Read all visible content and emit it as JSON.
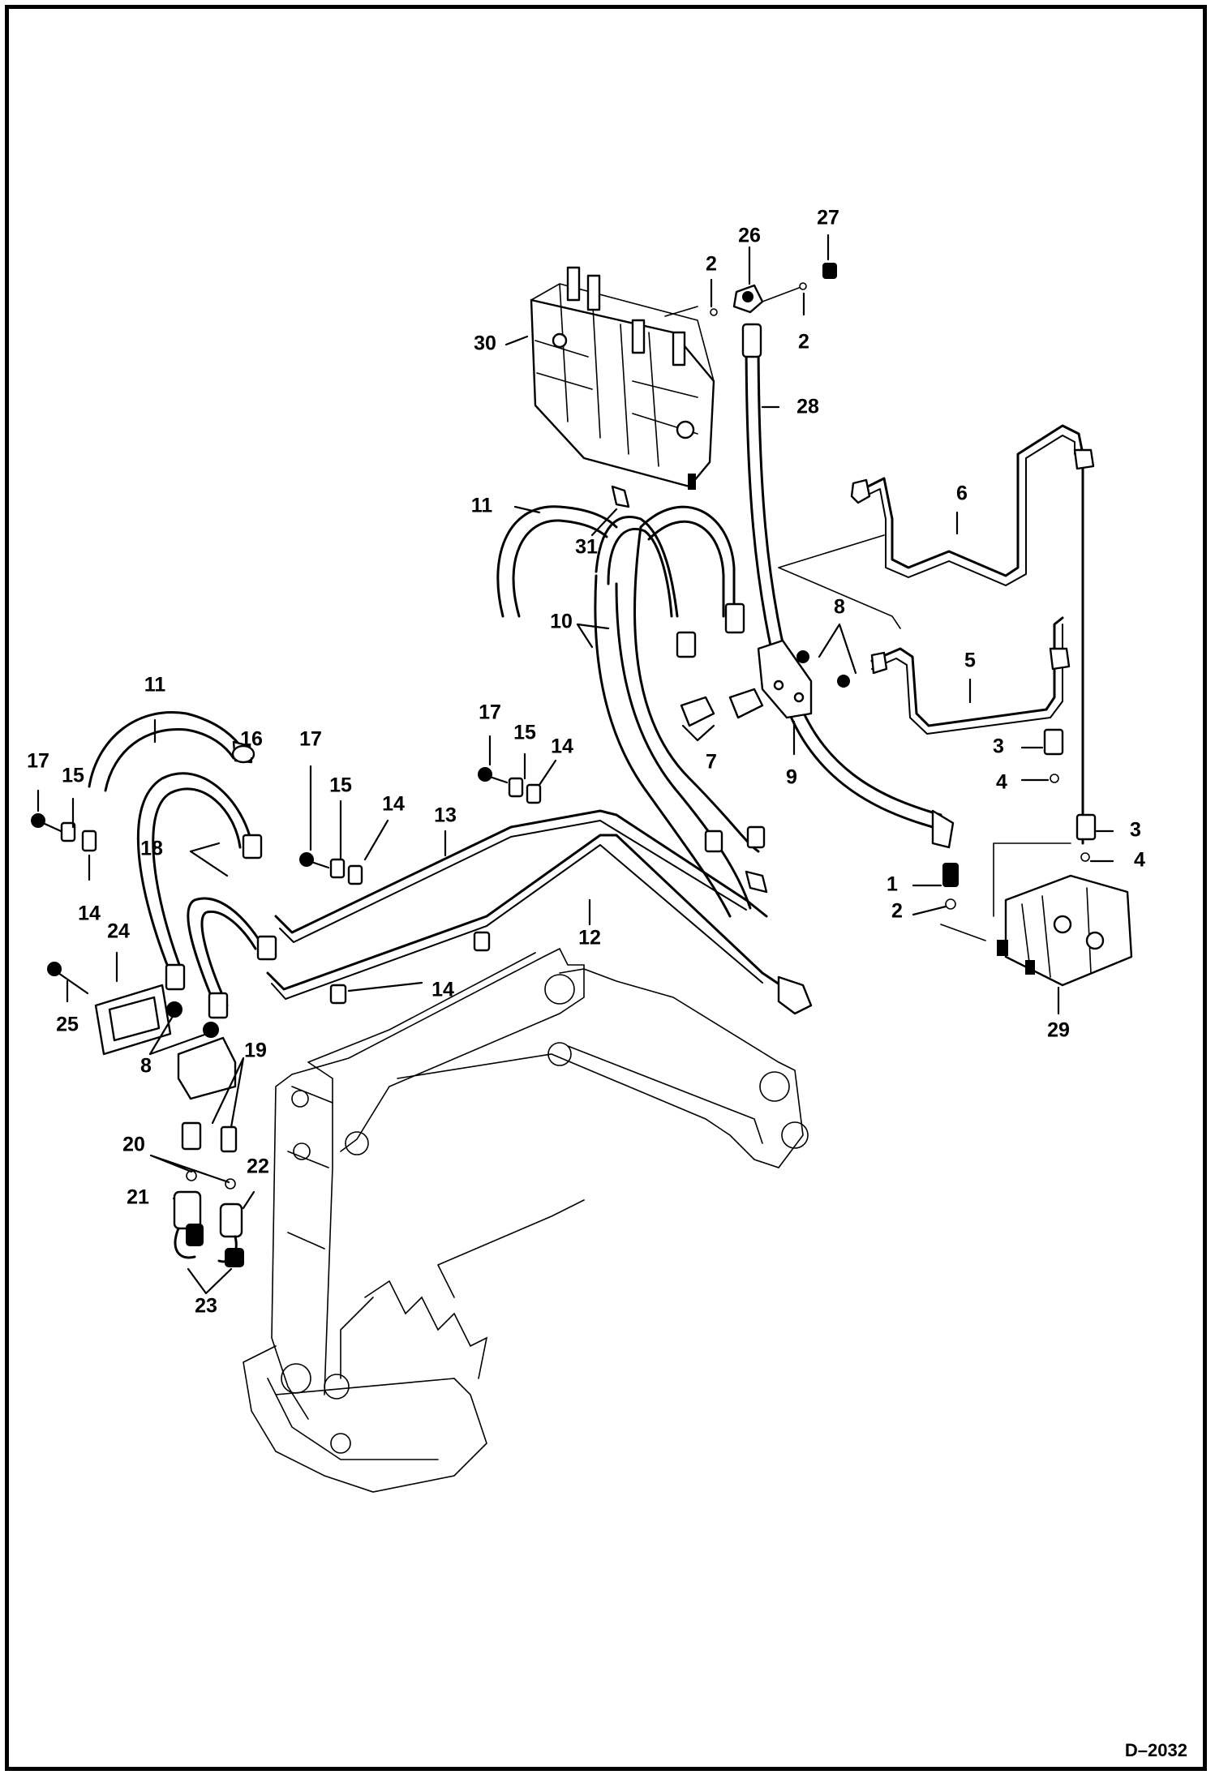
{
  "diagram_code": "D–2032",
  "labels": [
    {
      "id": "l27",
      "text": "27"
    },
    {
      "id": "l26",
      "text": "26"
    },
    {
      "id": "l2a",
      "text": "2"
    },
    {
      "id": "l2b",
      "text": "2"
    },
    {
      "id": "l30",
      "text": "30"
    },
    {
      "id": "l28",
      "text": "28"
    },
    {
      "id": "l11a",
      "text": "11"
    },
    {
      "id": "l31",
      "text": "31"
    },
    {
      "id": "l6",
      "text": "6"
    },
    {
      "id": "l10",
      "text": "10"
    },
    {
      "id": "l8a",
      "text": "8"
    },
    {
      "id": "l5",
      "text": "5"
    },
    {
      "id": "l11b",
      "text": "11"
    },
    {
      "id": "l16",
      "text": "16"
    },
    {
      "id": "l17a",
      "text": "17"
    },
    {
      "id": "l15a",
      "text": "15"
    },
    {
      "id": "l17b",
      "text": "17"
    },
    {
      "id": "l15b",
      "text": "15"
    },
    {
      "id": "l14a",
      "text": "14"
    },
    {
      "id": "l17c",
      "text": "17"
    },
    {
      "id": "l15c",
      "text": "15"
    },
    {
      "id": "l14b",
      "text": "14"
    },
    {
      "id": "l13",
      "text": "13"
    },
    {
      "id": "l7",
      "text": "7"
    },
    {
      "id": "l9",
      "text": "9"
    },
    {
      "id": "l3a",
      "text": "3"
    },
    {
      "id": "l4a",
      "text": "4"
    },
    {
      "id": "l18",
      "text": "18"
    },
    {
      "id": "l3b",
      "text": "3"
    },
    {
      "id": "l4b",
      "text": "4"
    },
    {
      "id": "l1",
      "text": "1"
    },
    {
      "id": "l2c",
      "text": "2"
    },
    {
      "id": "l14c",
      "text": "14"
    },
    {
      "id": "l24",
      "text": "24"
    },
    {
      "id": "l12",
      "text": "12"
    },
    {
      "id": "l14d",
      "text": "14"
    },
    {
      "id": "l25",
      "text": "25"
    },
    {
      "id": "l29",
      "text": "29"
    },
    {
      "id": "l8b",
      "text": "8"
    },
    {
      "id": "l19",
      "text": "19"
    },
    {
      "id": "l20",
      "text": "20"
    },
    {
      "id": "l22",
      "text": "22"
    },
    {
      "id": "l21",
      "text": "21"
    },
    {
      "id": "l23",
      "text": "23"
    }
  ]
}
